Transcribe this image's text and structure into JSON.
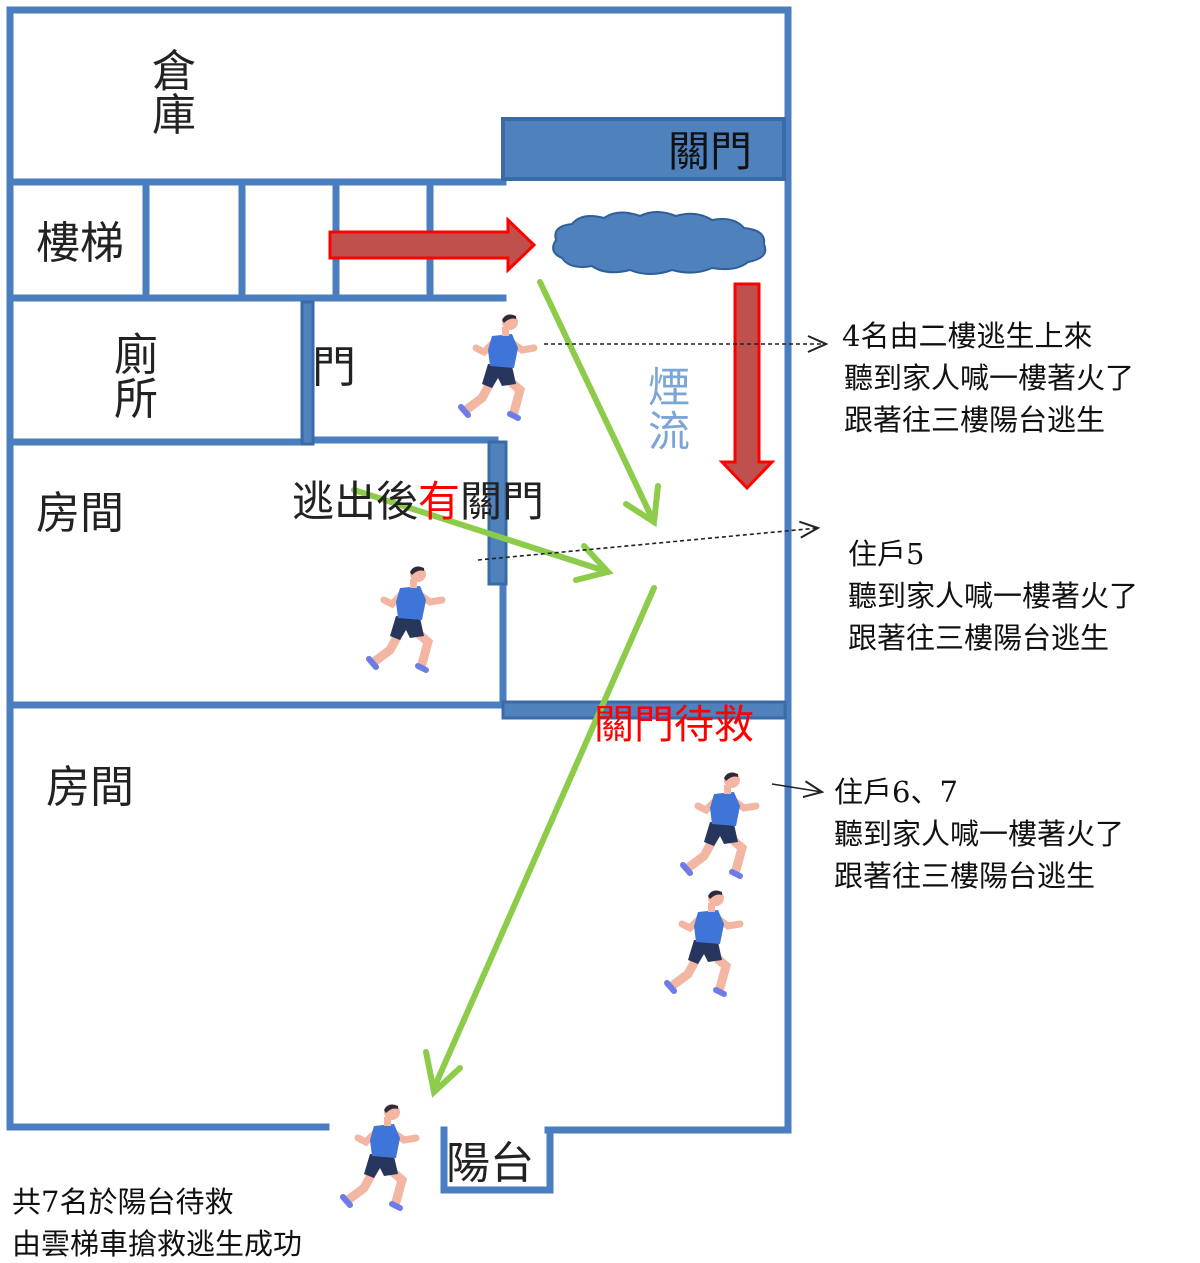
{
  "rooms": {
    "warehouse": [
      "倉",
      "庫"
    ],
    "stairs": "樓梯",
    "toilet": [
      "廁",
      "所"
    ],
    "door": "門",
    "room_top": "房間",
    "room_bottom": "房間",
    "balcony": "陽台"
  },
  "labels": {
    "close_door_top": "關門",
    "smoke": [
      "煙",
      "流"
    ],
    "escape_close_a": "逃出後",
    "escape_close_b": "有",
    "escape_close_c": "關門",
    "close_wait": "關門待救"
  },
  "notes": {
    "group_4": [
      "4名由二樓逃生上來",
      "聽到家人喊一樓著火了",
      "跟著往三樓陽台逃生"
    ],
    "resident_5": [
      "住戶5",
      "聽到家人喊一樓著火了",
      "跟著往三樓陽台逃生"
    ],
    "resident_6_7": [
      "住戶6、7",
      "聽到家人喊一樓著火了",
      "跟著往三樓陽台逃生"
    ],
    "summary": [
      "共7名於陽台待救",
      "由雲梯車搶救逃生成功"
    ]
  },
  "colors": {
    "wall": "#4a7ec0",
    "door_fill": "#4f81bd",
    "fire_arrow": "#c0504d",
    "fire_outline": "#ff0000",
    "escape_arrow": "#8dcc4a",
    "smoke_text": "#7ba5d6",
    "alert_text": "#ff0000",
    "runner_shirt": "#3f74d8"
  }
}
